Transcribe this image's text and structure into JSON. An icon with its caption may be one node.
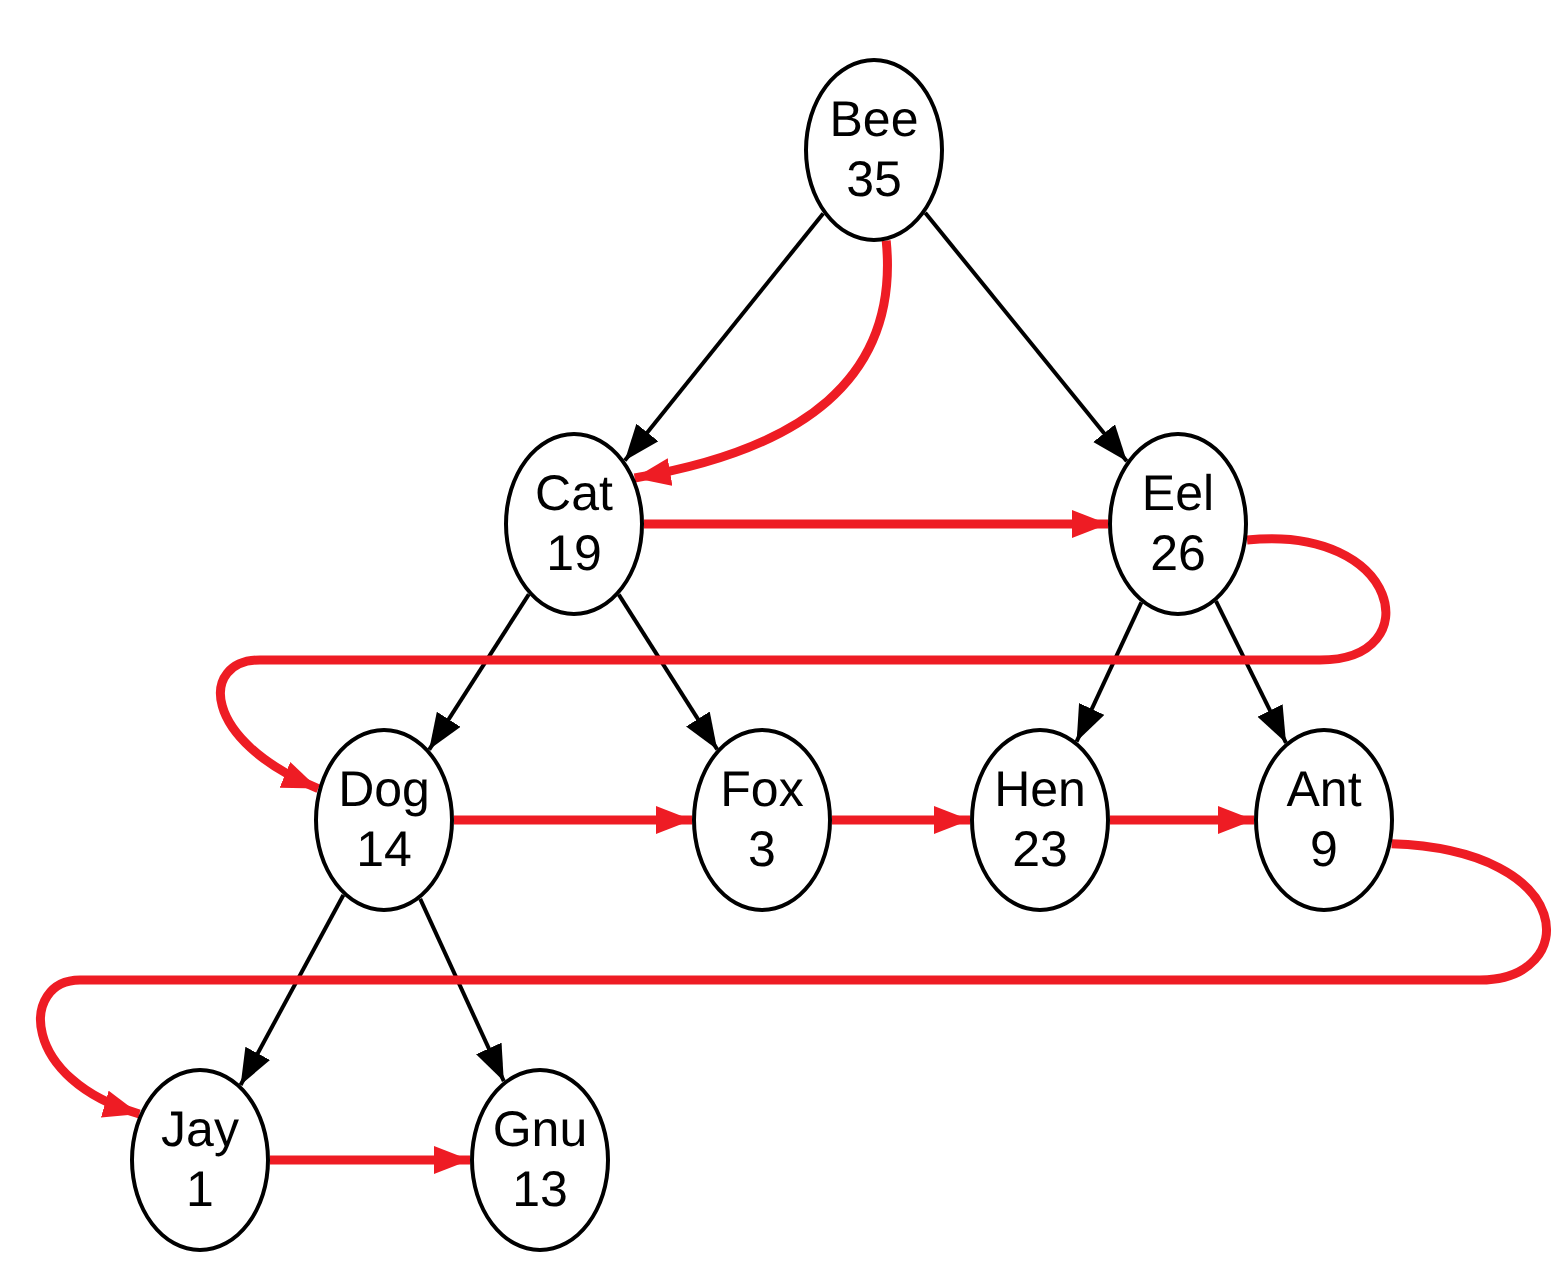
{
  "diagram": {
    "nodes": [
      {
        "text": [
          "Bee",
          "35"
        ]
      },
      {
        "text": [
          "Cat",
          "19"
        ]
      },
      {
        "text": [
          "Eel",
          "26"
        ]
      },
      {
        "text": [
          "Dog",
          "14"
        ]
      },
      {
        "text": [
          "Fox",
          "3"
        ]
      },
      {
        "text": [
          "Hen",
          "23"
        ]
      },
      {
        "text": [
          "Ant",
          "9"
        ]
      },
      {
        "text": [
          "Jay",
          "1"
        ]
      },
      {
        "text": [
          "Gnu",
          "13"
        ]
      }
    ],
    "edges": [
      {
        "from": 0,
        "to": 1,
        "arrow": "to"
      },
      {
        "from": 0,
        "to": 2,
        "arrow": "to"
      },
      {
        "from": 1,
        "to": 3,
        "arrow": "to"
      },
      {
        "from": 1,
        "to": 4,
        "arrow": "to"
      },
      {
        "from": 2,
        "to": 5,
        "arrow": "to"
      },
      {
        "from": 2,
        "to": 6,
        "arrow": "to"
      },
      {
        "from": 3,
        "to": 7,
        "arrow": "to"
      },
      {
        "from": 3,
        "to": 8,
        "arrow": "to"
      },
      {
        "from": 0,
        "to": 1,
        "arrow": "to",
        "style": "thick",
        "color": "#ee1c24"
      },
      {
        "from": 1,
        "to": 2,
        "arrow": "to",
        "style": "thick",
        "color": "#ee1c24"
      },
      {
        "from": 2,
        "to": 3,
        "arrow": "to",
        "style": "thick",
        "color": "#ee1c24"
      },
      {
        "from": 3,
        "to": 4,
        "arrow": "to",
        "style": "thick",
        "color": "#ee1c24"
      },
      {
        "from": 4,
        "to": 5,
        "arrow": "to",
        "style": "thick",
        "color": "#ee1c24"
      },
      {
        "from": 5,
        "to": 6,
        "arrow": "to",
        "style": "thick",
        "color": "#ee1c24"
      },
      {
        "from": 6,
        "to": 7,
        "arrow": "to",
        "style": "thick",
        "color": "#ee1c24"
      },
      {
        "from": 7,
        "to": 8,
        "arrow": "to",
        "style": "thick",
        "color": "#ee1c24"
      }
    ]
  }
}
